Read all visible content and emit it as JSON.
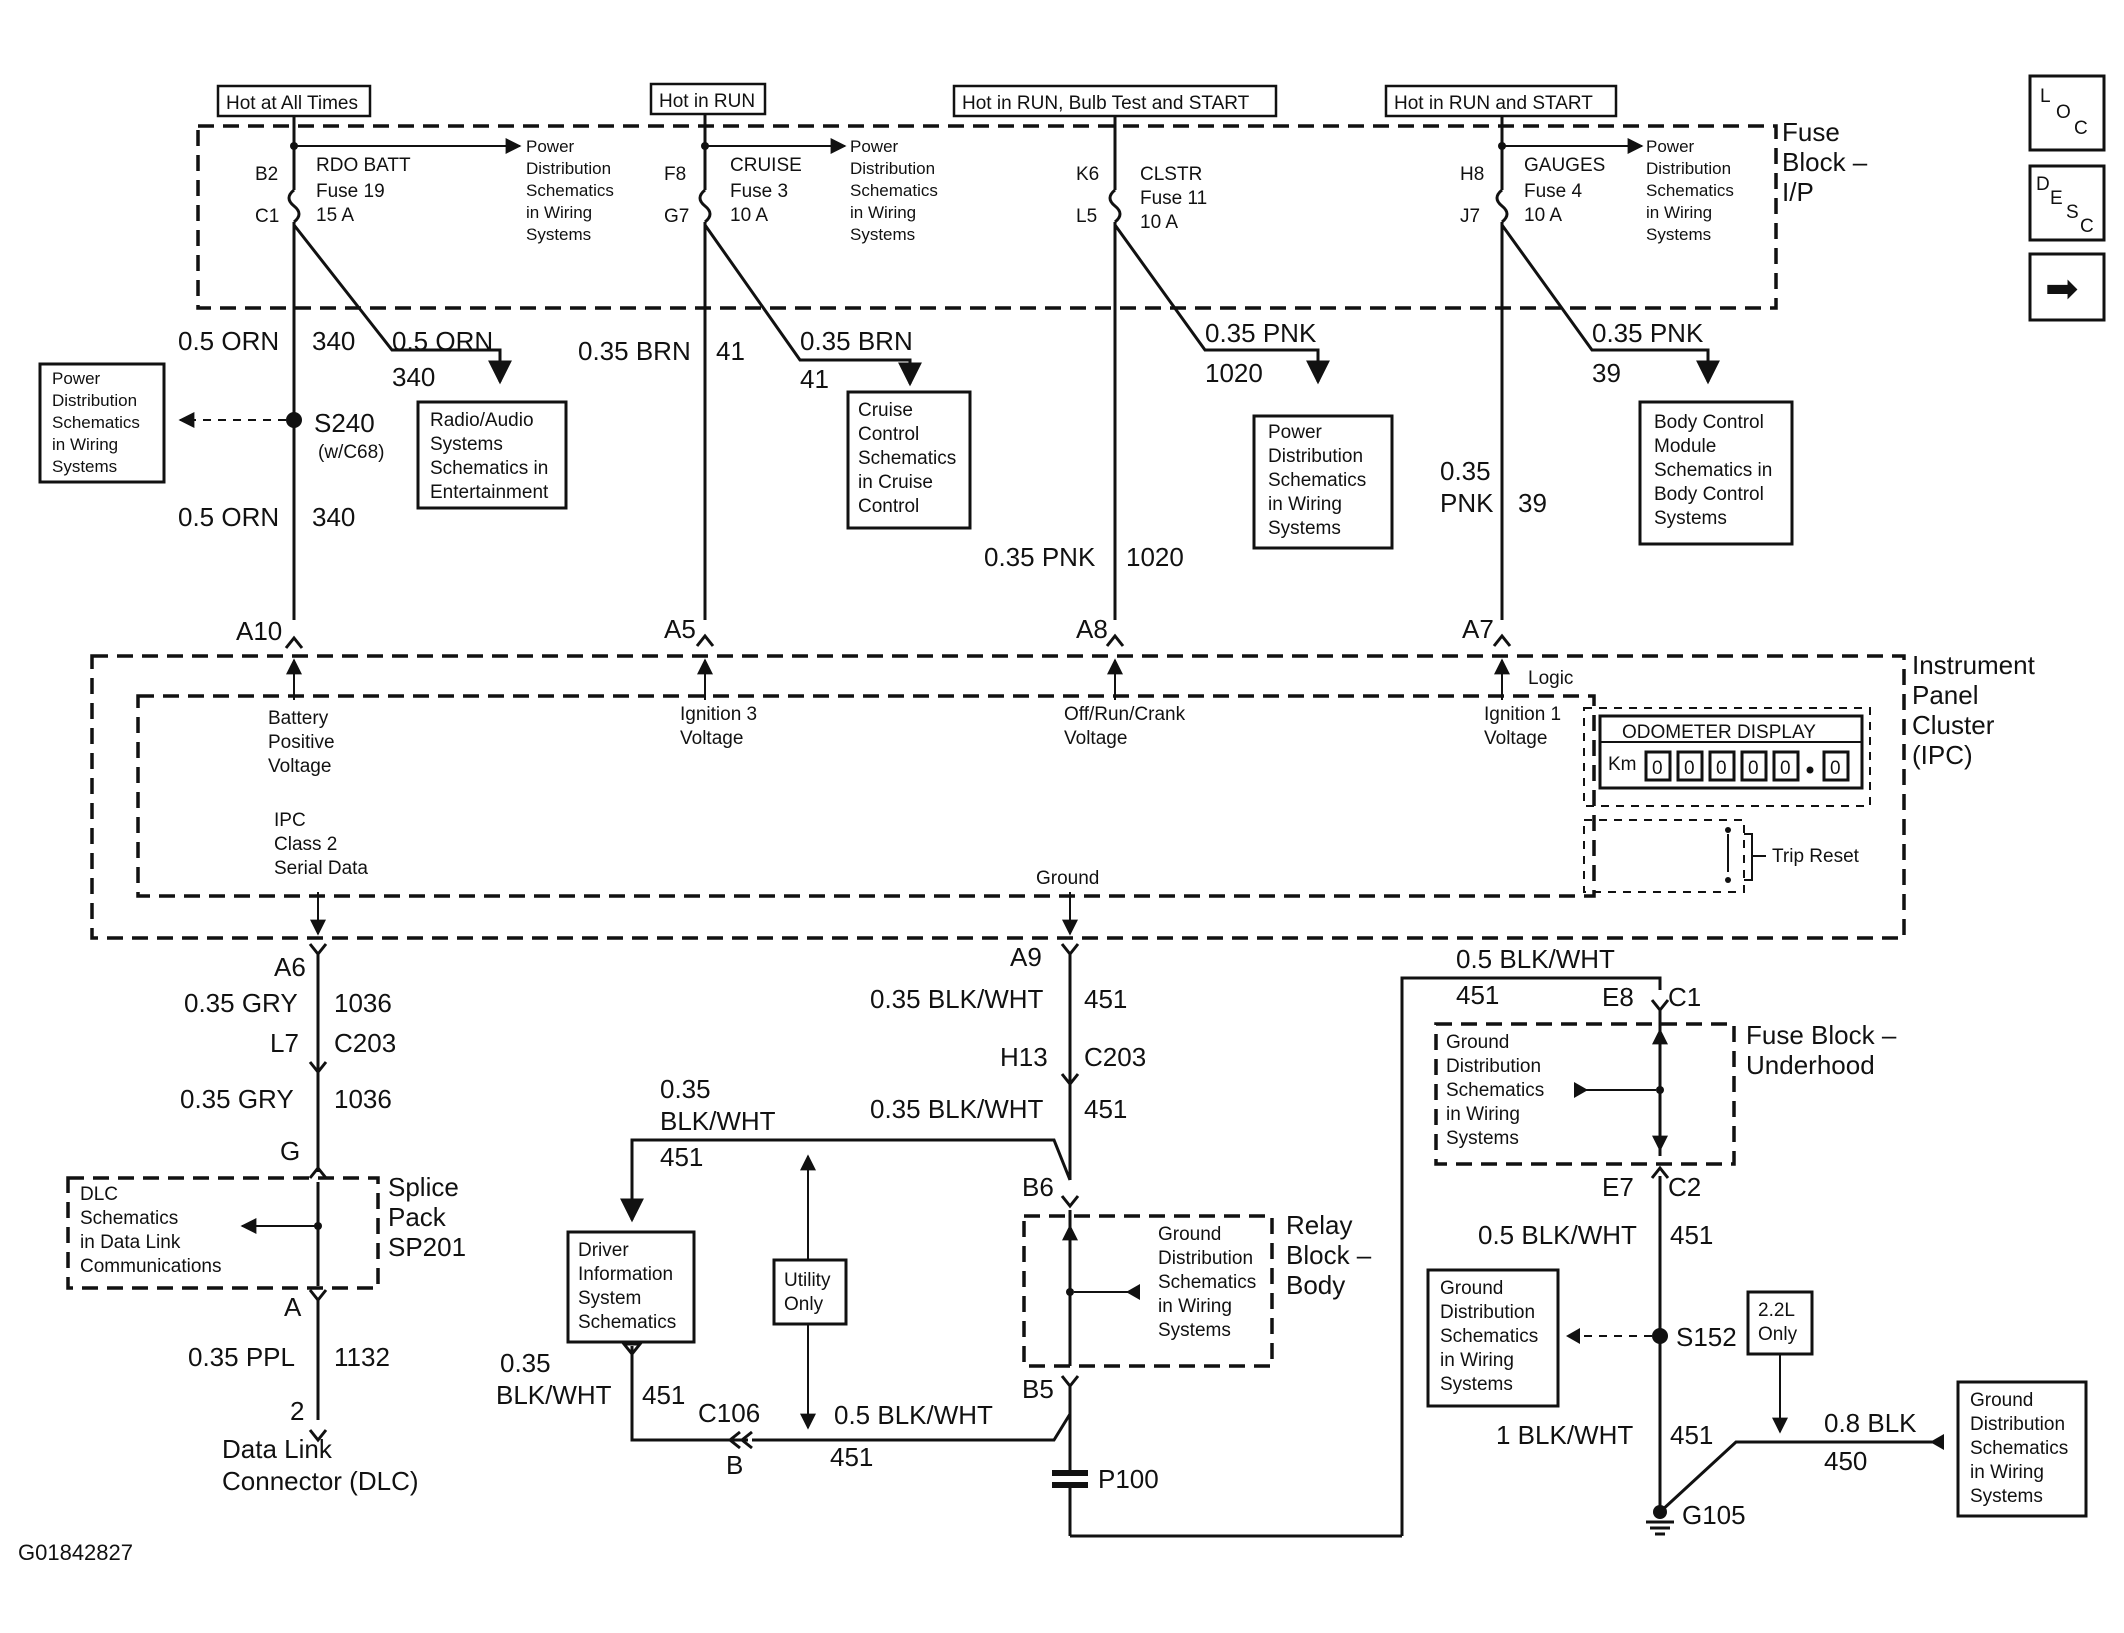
{
  "headers": {
    "hot_all_times": "Hot at All Times",
    "hot_run": "Hot in RUN",
    "hot_run_bulb": "Hot in RUN, Bulb Test and START",
    "hot_run_start": "Hot in RUN and START"
  },
  "fuse_block_ip": [
    "Fuse",
    "Block –",
    "I/P"
  ],
  "fuses": {
    "rdo": {
      "top": "B2",
      "bot": "C1",
      "name": "RDO BATT",
      "fuse": "Fuse 19",
      "amp": "15 A"
    },
    "cruise": {
      "top": "F8",
      "bot": "G7",
      "name": "CRUISE",
      "fuse": "Fuse 3",
      "amp": "10 A"
    },
    "clstr": {
      "top": "K6",
      "bot": "L5",
      "name": "CLSTR",
      "fuse": "Fuse 11",
      "amp": "10 A"
    },
    "gauges": {
      "top": "H8",
      "bot": "J7",
      "name": "GAUGES",
      "fuse": "Fuse 4",
      "amp": "10 A"
    }
  },
  "pd_small": [
    "Power",
    "Distribution",
    "Schematics",
    "in Wiring",
    "Systems"
  ],
  "wires": {
    "w1_color": "0.5 ORN",
    "w1_num": "340",
    "w1b_color": "0.5 ORN",
    "w1b_num": "340",
    "w1c_color": "0.5 ORN",
    "w1c_num": "340",
    "w2_color": "0.35 BRN",
    "w2_num": "41",
    "w2b_color": "0.35 BRN",
    "w2b_num": "41",
    "w3_color": "0.35 PNK",
    "w3_num": "1020",
    "w3b_color": "0.35 PNK",
    "w3b_num": "1020",
    "w4_color": "0.35 PNK",
    "w4_num": "39",
    "w4b_color1": "0.35",
    "w4b_color2": "PNK",
    "w4b_num": "39"
  },
  "splices": {
    "s240": "S240",
    "s240_note": "(w/C68)",
    "s152": "S152",
    "p100": "P100",
    "g105": "G105"
  },
  "boxes": {
    "pd_left": [
      "Power",
      "Distribution",
      "Schematics",
      "in Wiring",
      "Systems"
    ],
    "radio": [
      "Radio/Audio",
      "Systems",
      "Schematics in",
      "Entertainment"
    ],
    "cruise": [
      "Cruise",
      "Control",
      "Schematics",
      "in Cruise",
      "Control"
    ],
    "pd_mid": [
      "Power",
      "Distribution",
      "Schematics",
      "in Wiring",
      "Systems"
    ],
    "bcm": [
      "Body Control",
      "Module",
      "Schematics in",
      "Body Control",
      "Systems"
    ],
    "dlc": [
      "DLC",
      "Schematics",
      "in Data Link",
      "Communications"
    ],
    "dis": [
      "Driver",
      "Information",
      "System",
      "Schematics"
    ],
    "utility": [
      "Utility",
      "Only"
    ],
    "gd_relay": [
      "Ground",
      "Distribution",
      "Schematics",
      "in Wiring",
      "Systems"
    ],
    "gd_fuse": [
      "Ground",
      "Distribution",
      "Schematics",
      "in Wiring",
      "Systems"
    ],
    "gd_s152": [
      "Ground",
      "Distribution",
      "Schematics",
      "in Wiring",
      "Systems"
    ],
    "only22": [
      "2.2L",
      "Only"
    ],
    "gd_right": [
      "Ground",
      "Distribution",
      "Schematics",
      "in Wiring",
      "Systems"
    ]
  },
  "ipc": {
    "a10": "A10",
    "a5": "A5",
    "a8": "A8",
    "a7": "A7",
    "logic": "Logic",
    "battery": [
      "Battery",
      "Positive",
      "Voltage"
    ],
    "ign3": [
      "Ignition 3",
      "Voltage"
    ],
    "offrun": [
      "Off/Run/Crank",
      "Voltage"
    ],
    "ign1": [
      "Ignition 1",
      "Voltage"
    ],
    "serial": [
      "IPC",
      "Class 2",
      "Serial Data"
    ],
    "ground": "Ground",
    "title": [
      "Instrument",
      "Panel",
      "Cluster",
      "(IPC)"
    ],
    "odo_title": "ODOMETER DISPLAY",
    "odo_km": "Km",
    "odo_digits": [
      "0",
      "0",
      "0",
      "0",
      "0",
      "0"
    ],
    "trip": "Trip Reset"
  },
  "lower_left": {
    "a6": "A6",
    "w_gry": "0.35 GRY",
    "n_1036": "1036",
    "l7": "L7",
    "c203": "C203",
    "w_gry2": "0.35 GRY",
    "n_1036b": "1036",
    "g": "G",
    "a": "A",
    "splice_pack": [
      "Splice",
      "Pack",
      "SP201"
    ],
    "w_ppl": "0.35 PPL",
    "n_1132": "1132",
    "pin2": "2",
    "dlc_name": [
      "Data Link",
      "Connector (DLC)"
    ]
  },
  "lower_mid": {
    "a9": "A9",
    "w1": "0.35 BLK/WHT",
    "n1": "451",
    "h13": "H13",
    "c203": "C203",
    "w2": "0.35 BLK/WHT",
    "n2": "451",
    "w3a": "0.35",
    "w3b": "BLK/WHT",
    "n3": "451",
    "b6": "B6",
    "b5": "B5",
    "relay_title": [
      "Relay",
      "Block –",
      "Body"
    ],
    "w4a": "0.35",
    "w4b": "BLK/WHT",
    "n4": "451",
    "c106": "C106",
    "b": "B",
    "w5": "0.5 BLK/WHT",
    "n5": "451"
  },
  "lower_right": {
    "w_top": "0.5 BLK/WHT",
    "n_top": "451",
    "e8": "E8",
    "c1": "C1",
    "fuse_uh": [
      "Fuse Block –",
      "Underhood"
    ],
    "e7": "E7",
    "c2": "C2",
    "w2": "0.5 BLK/WHT",
    "n2": "451",
    "w3": "1 BLK/WHT",
    "n3": "451",
    "w4": "0.8 BLK",
    "n4": "450"
  },
  "nav": {
    "loc": [
      "L",
      "O",
      "C"
    ],
    "desc": [
      "D",
      "E",
      "S",
      "C"
    ],
    "next": "➡"
  },
  "figure_id": "G01842827"
}
